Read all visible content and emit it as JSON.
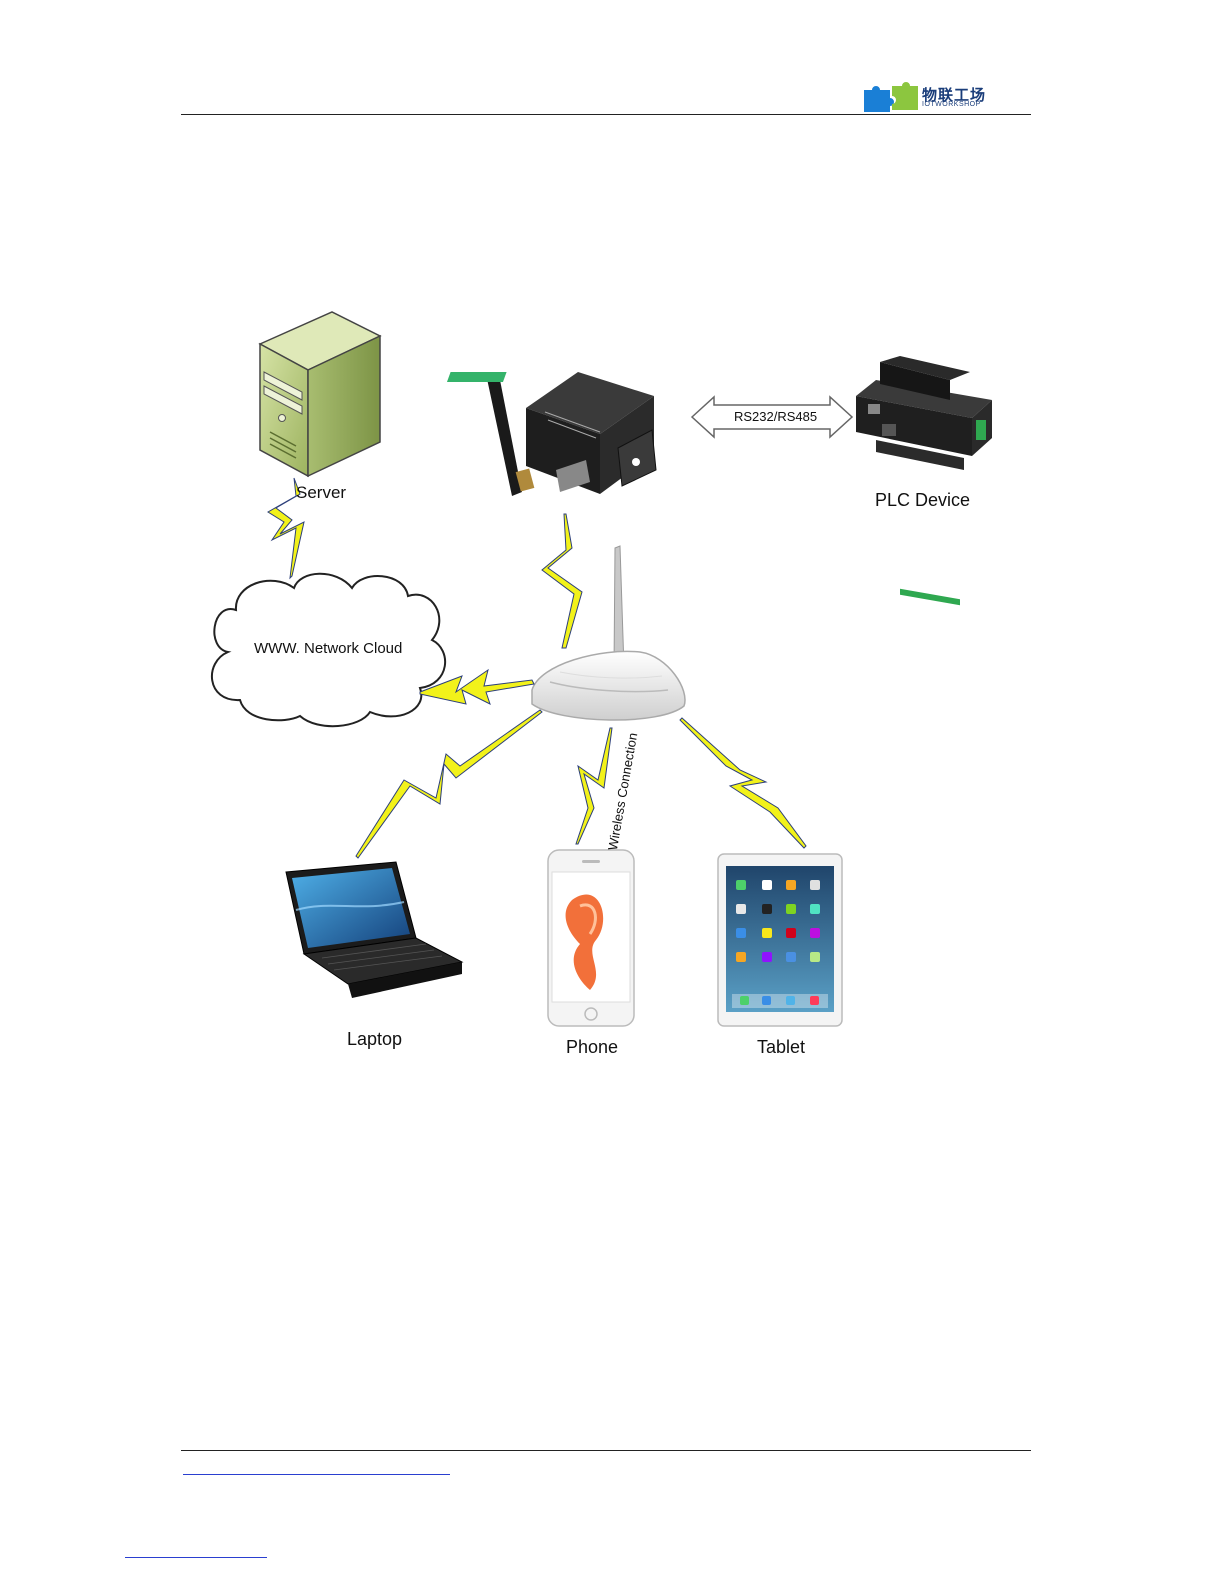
{
  "header": {
    "logo_cn": "物联工场",
    "logo_en": "IOTWORKSHOP"
  },
  "diagram": {
    "nodes": {
      "server": "Server",
      "cloud": "WWW. Network Cloud",
      "plc": "PLC Device",
      "laptop": "Laptop",
      "phone": "Phone",
      "tablet": "Tablet"
    },
    "serial_link_label": "RS232/RS485",
    "wireless_label": "Wireless Connection"
  },
  "colors": {
    "lightning": "#f2f21a",
    "server_body": "#b5c882",
    "link_rule": "#2a3fd0"
  }
}
